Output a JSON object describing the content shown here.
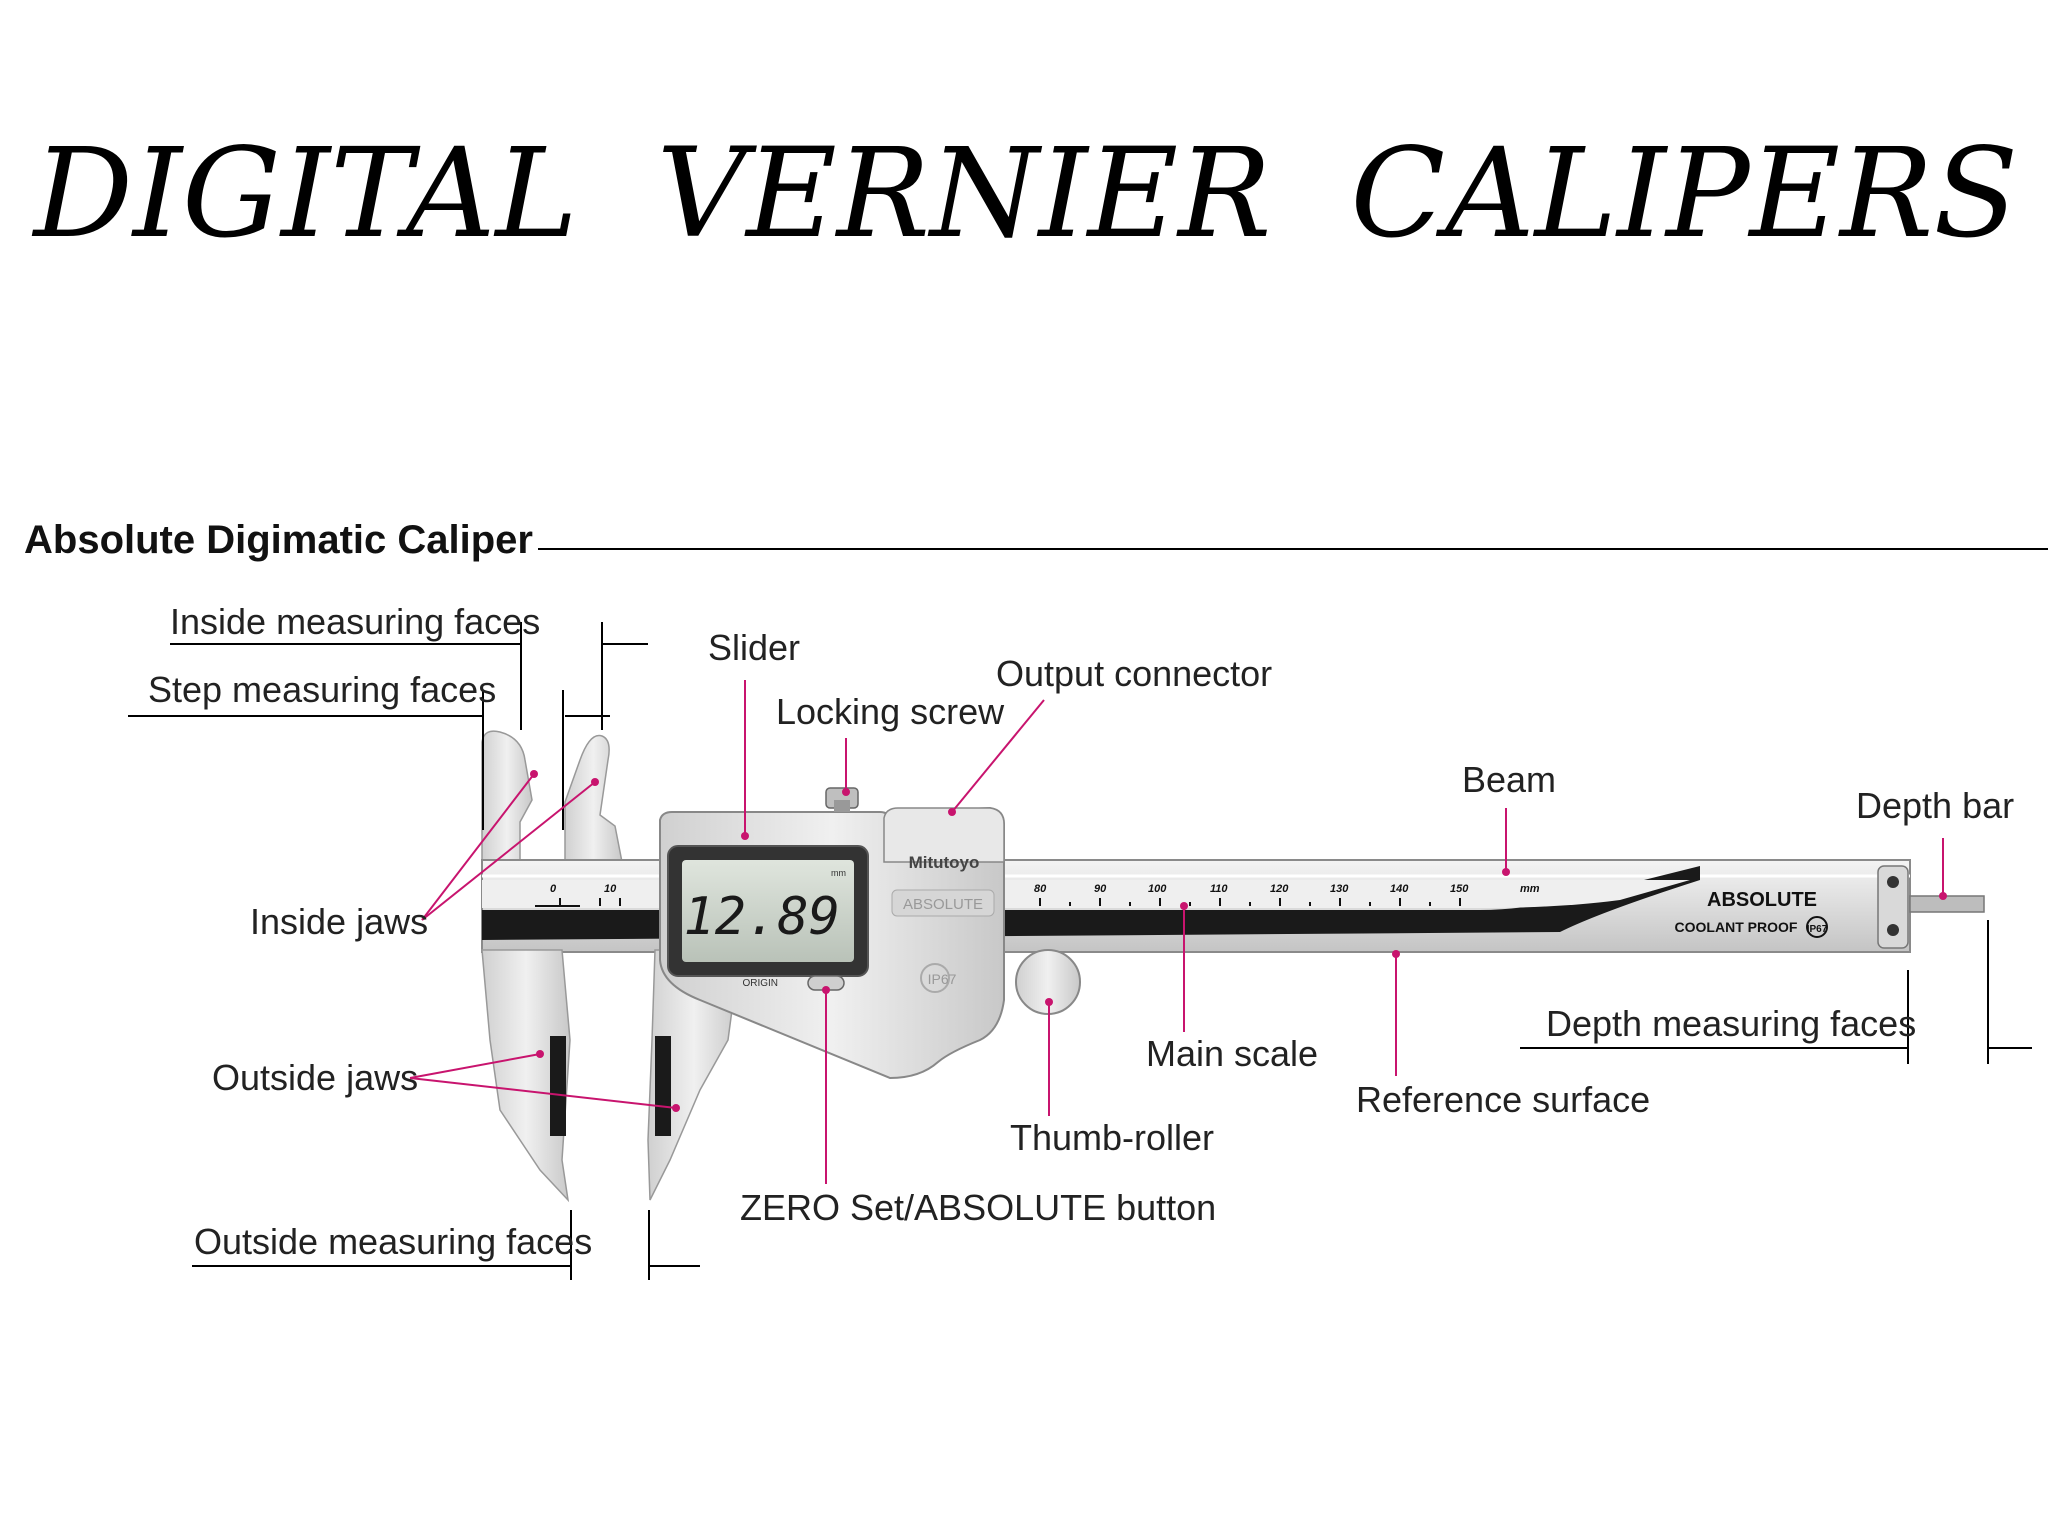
{
  "title": "DIGITAL  VERNIER  CALIPERS",
  "subtitle": "Absolute Digimatic Caliper",
  "labels": {
    "inside_measuring_faces": "Inside measuring faces",
    "step_measuring_faces": "Step measuring faces",
    "slider": "Slider",
    "locking_screw": "Locking screw",
    "output_connector": "Output connector",
    "beam": "Beam",
    "depth_bar": "Depth bar",
    "inside_jaws": "Inside jaws",
    "outside_jaws": "Outside jaws",
    "main_scale": "Main scale",
    "reference_surface": "Reference surface",
    "depth_measuring_faces": "Depth measuring faces",
    "thumb_roller": "Thumb-roller",
    "zero_button": "ZERO Set/ABSOLUTE button",
    "outside_measuring_faces": "Outside measuring faces"
  },
  "device": {
    "display_value": "12.89",
    "display_unit": "mm",
    "brand": "Mitutoyo",
    "slider_badge": "ABSOLUTE",
    "ip_badge": "IP67",
    "origin_label": "ORIGIN",
    "beam_brand": "ABSOLUTE",
    "beam_tagline": "COOLANT PROOF",
    "beam_ip": "IP67",
    "scale_unit": "mm",
    "slider_scale_ticks": [
      "0",
      "10"
    ],
    "beam_scale_ticks": [
      "80",
      "90",
      "100",
      "110",
      "120",
      "130",
      "140",
      "150"
    ]
  },
  "colors": {
    "leader": "#c8146e",
    "metal": "#e6e6e6",
    "display": "#cfd6cf"
  }
}
